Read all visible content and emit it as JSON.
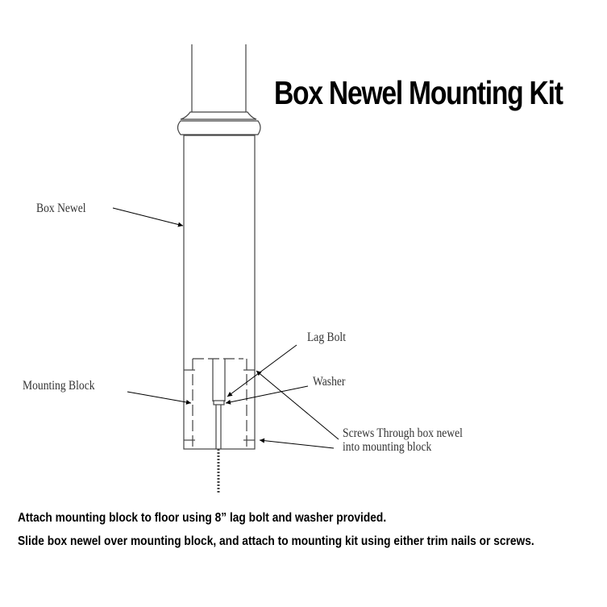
{
  "title": "Box Newel Mounting Kit",
  "labels": {
    "box_newel": "Box Newel",
    "lag_bolt": "Lag Bolt",
    "washer": "Washer",
    "mounting_block": "Mounting Block",
    "screws_line1": "Screws Through box newel",
    "screws_line2": "into mounting block"
  },
  "instructions": [
    "Attach mounting block to floor using 8” lag bolt and washer provided.",
    "Slide box newel over mounting block, and attach to mounting kit using either trim nails or screws."
  ]
}
